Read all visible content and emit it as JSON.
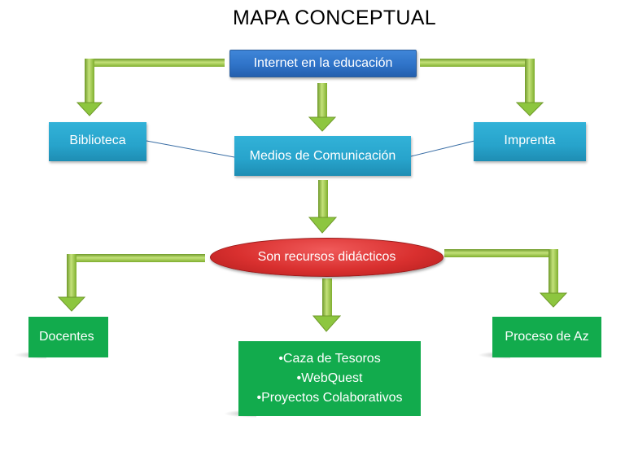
{
  "diagram": {
    "title": "MAPA CONCEPTUAL",
    "nodes": {
      "root": "Internet en la educación",
      "biblioteca": "Biblioteca",
      "medios": "Medios de Comunicación",
      "imprenta": "Imprenta",
      "recursos": "Son recursos didácticos",
      "docentes": "Docentes",
      "proceso": "Proceso de Az",
      "herramientas": [
        "•Caza de Tesoros",
        "•WebQuest",
        "•Proyectos Colaborativos"
      ]
    },
    "edges": [
      {
        "from": "root",
        "to": "biblioteca",
        "style": "elbow-arrow"
      },
      {
        "from": "root",
        "to": "medios",
        "style": "arrow"
      },
      {
        "from": "root",
        "to": "imprenta",
        "style": "elbow-arrow"
      },
      {
        "from": "biblioteca",
        "to": "medios",
        "style": "line"
      },
      {
        "from": "imprenta",
        "to": "medios",
        "style": "line"
      },
      {
        "from": "medios",
        "to": "recursos",
        "style": "arrow"
      },
      {
        "from": "recursos",
        "to": "docentes",
        "style": "elbow-arrow"
      },
      {
        "from": "recursos",
        "to": "herramientas",
        "style": "arrow"
      },
      {
        "from": "recursos",
        "to": "proceso",
        "style": "elbow-arrow"
      }
    ],
    "colors": {
      "root": "#2f73c8",
      "secondary": "#27a3cb",
      "ellipse": "#d9302f",
      "leaf": "#12ab4d",
      "arrow": "#8dc63f",
      "line": "#3a6ea5"
    }
  }
}
